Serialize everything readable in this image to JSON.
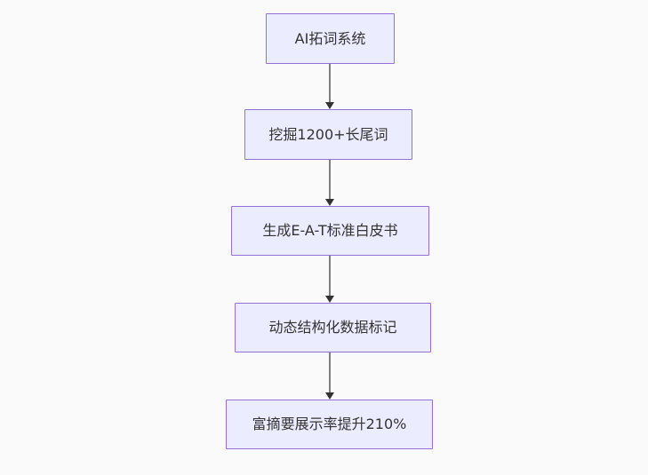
{
  "diagram": {
    "type": "flowchart",
    "direction": "top-down",
    "nodes": [
      {
        "id": "A",
        "label": "AI拓词系统"
      },
      {
        "id": "B",
        "label": "挖掘1200+长尾词"
      },
      {
        "id": "C",
        "label": "生成E-A-T标准白皮书"
      },
      {
        "id": "D",
        "label": "动态结构化数据标记"
      },
      {
        "id": "E",
        "label": "富摘要展示率提升210%"
      }
    ],
    "edges": [
      {
        "from": "A",
        "to": "B"
      },
      {
        "from": "B",
        "to": "C"
      },
      {
        "from": "C",
        "to": "D"
      },
      {
        "from": "D",
        "to": "E"
      }
    ],
    "colors": {
      "node_fill": "#ececff",
      "node_border": "#9370db",
      "text": "#333333",
      "edge_line": "#7f7f7f",
      "arrowhead": "#333333",
      "background": "#fafafa"
    }
  }
}
